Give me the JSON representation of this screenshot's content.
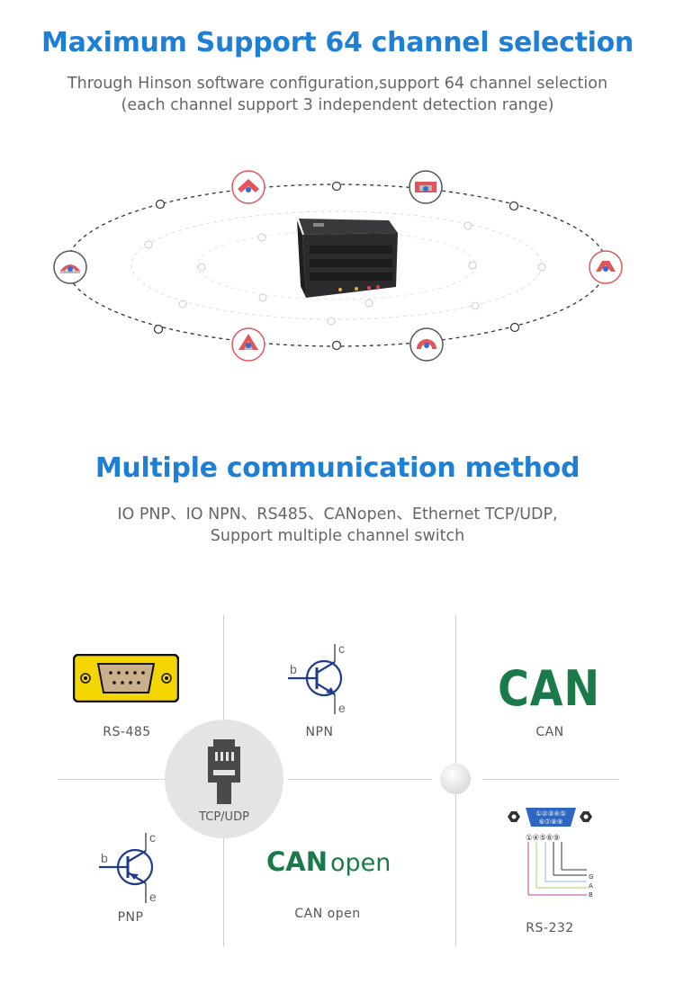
{
  "section1": {
    "title": "Maximum Support 64 channel selection",
    "subtitle_line1": "Through Hinson software configuration,support 64 channel selection",
    "subtitle_line2": "(each channel support 3 independent detection range)"
  },
  "section2": {
    "title": "Multiple communication method",
    "subtitle_line1": "IO PNP、IO NPN、RS485、CANopen、Ethernet TCP/UDP,",
    "subtitle_line2": "Support multiple channel switch"
  },
  "methods": {
    "rs485": "RS-485",
    "npn": "NPN",
    "can": "CAN",
    "tcp": "TCP/UDP",
    "pnp": "PNP",
    "canopen": "CAN open",
    "rs232": "RS-232",
    "can_logo": "CAN",
    "canopen_logo_bold": "CAN",
    "canopen_logo_light": "open"
  },
  "transistor_labels": {
    "b": "b",
    "c": "c",
    "e": "e"
  },
  "rs232_pins": {
    "top": "①②③④⑤",
    "bottom": "⑥⑦⑧⑨",
    "row": "①④⑤⑥⑨",
    "g": "G",
    "a": "A",
    "b": "B"
  },
  "colors": {
    "accent": "#1e7fd6",
    "can_green": "#1a7a4a",
    "sensor_red": "#e2555a",
    "connector_yellow": "#f3d600",
    "npn_blue": "#1f3c8c",
    "db9_blue": "#2e67c3"
  }
}
